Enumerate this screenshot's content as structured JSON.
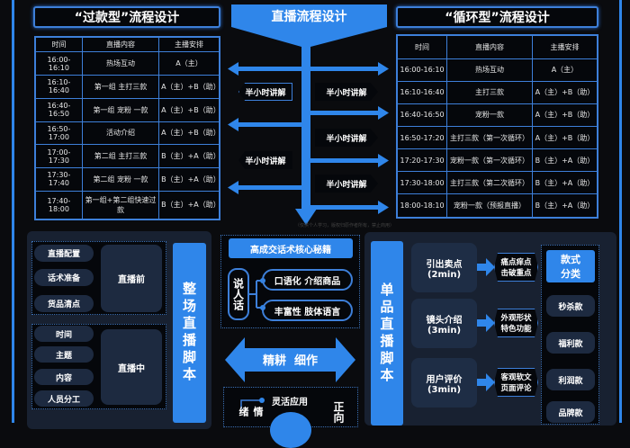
{
  "left_flow": {
    "title": "“过款型”流程设计",
    "headers": [
      "时间",
      "直播内容",
      "主播安排"
    ],
    "rows": [
      [
        "16:00-16:10",
        "热场互动",
        "A（主）"
      ],
      [
        "16:10-16:40",
        "第一组 主打三款",
        "A（主）+B（助）"
      ],
      [
        "16:40-16:50",
        "第一组 宠粉 一款",
        "A（主）+B（助）"
      ],
      [
        "16:50-17:00",
        "活动介绍",
        "A（主）+B（助）"
      ],
      [
        "17:00-17:30",
        "第二组 主打三款",
        "B（主）+A（助）"
      ],
      [
        "17:30-17:40",
        "第二组 宠粉 一款",
        "B（主）+A（助）"
      ],
      [
        "17:40-18:00",
        "第一组+第二组快速过款",
        "B（主）+A（助）"
      ]
    ]
  },
  "right_flow": {
    "title": "“循环型”流程设计",
    "headers": [
      "时间",
      "直播内容",
      "主播安排"
    ],
    "rows": [
      [
        "16:00-16:10",
        "热场互动",
        "A（主）"
      ],
      [
        "16:10-16:40",
        "主打三款",
        "A（主）+B（助）"
      ],
      [
        "16:40-16:50",
        "宠粉一款",
        "A（主）+B（助）"
      ],
      [
        "16:50-17:20",
        "主打三款（第一次循环）",
        "A（主）+B（助）"
      ],
      [
        "17:20-17:30",
        "宠粉一款（第一次循环）",
        "B（主）+A（助）"
      ],
      [
        "17:30-18:00",
        "主打三款（第二次循环）",
        "B（主）+A（助）"
      ],
      [
        "18:00-18:10",
        "宠粉一款（预报直播）",
        "B（主）+A（助）"
      ]
    ]
  },
  "center": {
    "title": "直播流程设计",
    "badge": "半小时讲解",
    "accent": "#2f86ea"
  },
  "watermark": "（仅供个人学习，版权归原作者所有，禁止商用）",
  "whole_script": {
    "title": "整场直播脚本",
    "before": {
      "label": "直播前",
      "items": [
        "直播配置",
        "话术准备",
        "货品清点"
      ]
    },
    "during": {
      "label": "直播中",
      "items": [
        "时间",
        "主题",
        "内容",
        "人员分工"
      ]
    }
  },
  "talk": {
    "title": "高成交话术核心秘籍",
    "side": "说人话",
    "items": [
      "口语化 介绍商品",
      "丰富性 肢体语言"
    ],
    "arrow": "精耕  细作",
    "bottom_item": "灵活应用",
    "bottom_left": "情绪",
    "bottom_right": "正向"
  },
  "single_script": {
    "title": "单品直播脚本",
    "steps": [
      {
        "name": "引出卖点",
        "time": "(2min)",
        "tag": [
          "痛点痒点",
          "击破重点"
        ]
      },
      {
        "name": "镜头介绍",
        "time": "(3min)",
        "tag": [
          "外观形状",
          "特色功能"
        ]
      },
      {
        "name": "用户评价",
        "time": "(3min)",
        "tag": [
          "客观软文",
          "页面评论"
        ]
      }
    ],
    "category_title": [
      "款式",
      "分类"
    ],
    "categories": [
      "秒杀款",
      "福利款",
      "利润款",
      "品牌款"
    ]
  }
}
